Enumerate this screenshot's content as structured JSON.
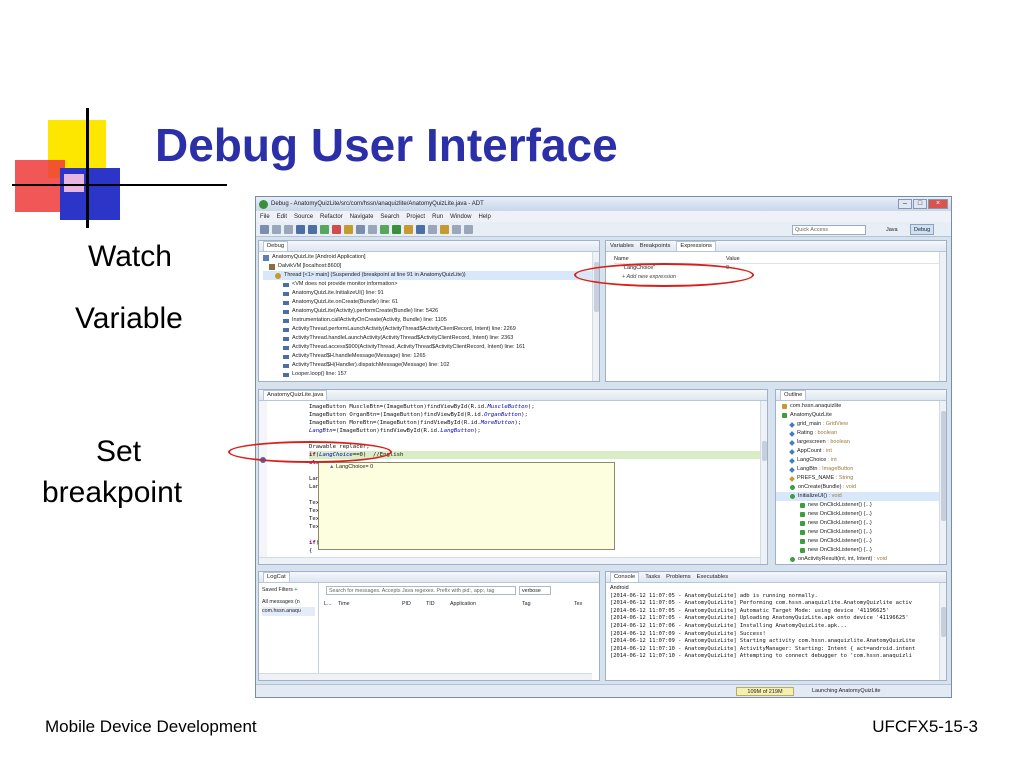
{
  "slide": {
    "title": "Debug User Interface",
    "labels": {
      "watch": "Watch",
      "variable": "Variable",
      "set": "Set",
      "breakpoint": "breakpoint"
    },
    "footer_left": "Mobile Device Development",
    "footer_right": "UFCFX5-15-3"
  },
  "ide": {
    "window_title": "Debug - AnatomyQuizLite/src/com/hssn/anaquizlite/AnatomyQuizLite.java - ADT",
    "menu": [
      "File",
      "Edit",
      "Source",
      "Refactor",
      "Navigate",
      "Search",
      "Project",
      "Run",
      "Window",
      "Help"
    ],
    "quick_access_placeholder": "Quick Access",
    "perspective_java": "Java",
    "perspective_debug": "Debug",
    "debug_panel": {
      "tab": "Debug",
      "rows": [
        "AnatomyQuizLite [Android Application]",
        "DalvikVM [localhost:8600]",
        "Thread [<1> main] (Suspended (breakpoint at line 91 in AnatomyQuizLite))",
        "<VM does not provide monitor information>",
        "AnatomyQuizLite.InitializeUI() line: 91",
        "AnatomyQuizLite.onCreate(Bundle) line: 61",
        "AnatomyQuizLite(Activity).performCreate(Bundle) line: 5426",
        "Instrumentation.callActivityOnCreate(Activity, Bundle) line: 1105",
        "ActivityThread.performLaunchActivity(ActivityThread$ActivityClientRecord, Intent) line: 2269",
        "ActivityThread.handleLaunchActivity(ActivityThread$ActivityClientRecord, Intent) line: 2363",
        "ActivityThread.access$900(ActivityThread, ActivityThread$ActivityClientRecord, Intent) line: 161",
        "ActivityThread$H.handleMessage(Message) line: 1265",
        "ActivityThread$H(Handler).dispatchMessage(Message) line: 102",
        "Looper.loop() line: 157"
      ]
    },
    "expr_panel": {
      "tabs": [
        "Variables",
        "Breakpoints",
        "Expressions"
      ],
      "col_name": "Name",
      "col_value": "Value",
      "expr_name": "\"LangChoice\"",
      "expr_value": "0",
      "add_new": "Add new expression"
    },
    "editor": {
      "tab": "AnatomyQuizLite.java",
      "popup_text": "LangChoice= 0"
    },
    "outline": {
      "tab": "Outline",
      "rows": [
        {
          "name": "com.hssn.anaquizlite",
          "type": ""
        },
        {
          "name": "AnatomyQuizLite",
          "type": ""
        },
        {
          "name": "grid_main",
          "type": ": GridView"
        },
        {
          "name": "Rating",
          "type": ": boolean"
        },
        {
          "name": "largescreen",
          "type": ": boolean"
        },
        {
          "name": "AppCount",
          "type": ": int"
        },
        {
          "name": "LangChoice",
          "type": ": int"
        },
        {
          "name": "LangBtn",
          "type": ": ImageButton"
        },
        {
          "name": "PREFS_NAME",
          "type": ": String"
        },
        {
          "name": "onCreate(Bundle)",
          "type": ": void"
        },
        {
          "name": "InitializeUI()",
          "type": ": void"
        },
        {
          "name": "new OnClickListener() {...}",
          "type": ""
        },
        {
          "name": "new OnClickListener() {...}",
          "type": ""
        },
        {
          "name": "new OnClickListener() {...}",
          "type": ""
        },
        {
          "name": "new OnClickListener() {...}",
          "type": ""
        },
        {
          "name": "new OnClickListener() {...}",
          "type": ""
        },
        {
          "name": "new OnClickListener() {...}",
          "type": ""
        },
        {
          "name": "onActivityResult(int, int, Intent)",
          "type": ": void"
        }
      ]
    },
    "logcat": {
      "tab": "LogCat",
      "saved_filters": "Saved Filters",
      "filters": [
        "All messages (n",
        "com.hssn.anaqu"
      ],
      "search_placeholder": "Search for messages. Accepts Java regexes. Prefix with pid:, app:, tag",
      "level": "verbose",
      "columns": [
        "L...",
        "Time",
        "PID",
        "TID",
        "Application",
        "Tag",
        "Tex"
      ]
    },
    "console": {
      "tabs": [
        "Console",
        "Tasks",
        "Problems",
        "Executables"
      ],
      "header": "Android",
      "lines": [
        "[2014-06-12 11:07:05 - AnatomyQuizLite] adb is running normally.",
        "[2014-06-12 11:07:05 - AnatomyQuizLite] Performing com.hssn.anaquizlite.AnatomyQuizlite activ",
        "[2014-06-12 11:07:05 - AnatomyQuizLite] Automatic Target Mode: using device '41196625'",
        "[2014-06-12 11:07:05 - AnatomyQuizLite] Uploading AnatomyQuizLite.apk onto device '41196625'",
        "[2014-06-12 11:07:06 - AnatomyQuizLite] Installing AnatomyQuizLite.apk...",
        "[2014-06-12 11:07:09 - AnatomyQuizLite] Success!",
        "[2014-06-12 11:07:09 - AnatomyQuizLite] Starting activity com.hssn.anaquizlite.AnatomyQuizLite",
        "[2014-06-12 11:07:10 - AnatomyQuizLite] ActivityManager: Starting: Intent { act=android.intent",
        "[2014-06-12 11:07:10 - AnatomyQuizLite] Attempting to connect debugger to 'com.hssn.anaquizli"
      ]
    },
    "status": {
      "memory": "109M of 219M",
      "launch": "Launching AnatomyQuizLite"
    },
    "colors": {
      "title_blue": "#2b2fa8",
      "highlight_red": "#d8201a",
      "breakpoint_green": "#d8ecc6"
    }
  }
}
